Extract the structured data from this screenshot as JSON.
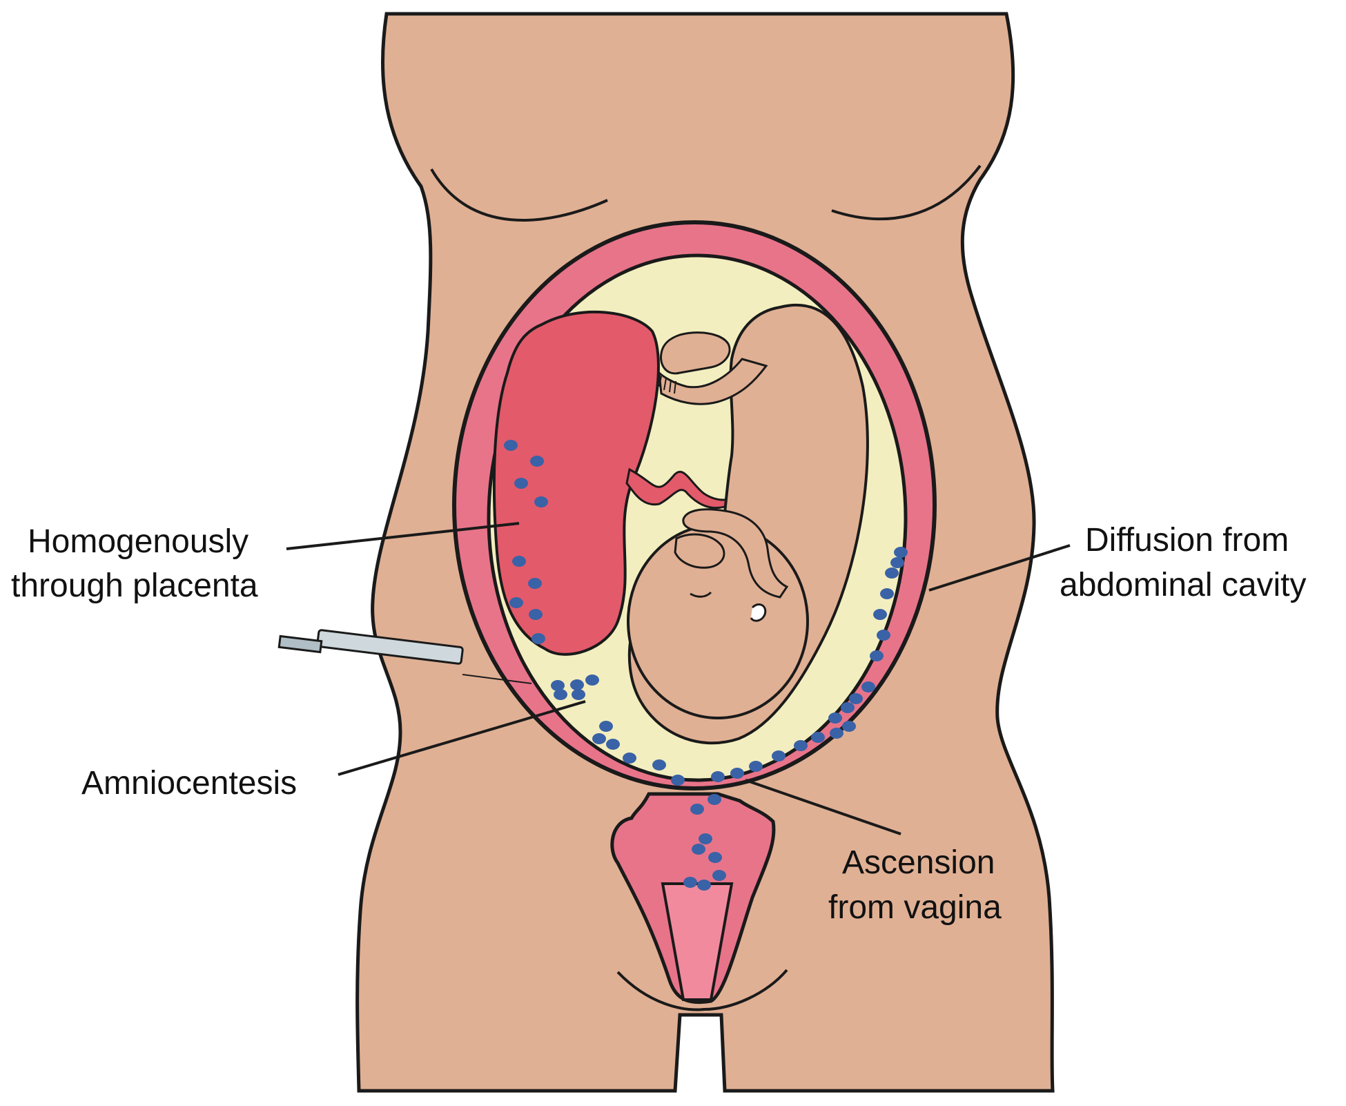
{
  "colors": {
    "skin": "#e0b094",
    "uterus": "#e8748a",
    "placenta": "#e35a6a",
    "fluid": "#f2eebf",
    "vagina": "#f28a9e",
    "bacteria": "#3a62a6",
    "outline": "#1a1a1a"
  },
  "labels": {
    "placenta": {
      "line1": "Homogenously",
      "line2": "through  placenta"
    },
    "amniocentesis": {
      "line1": "Amniocentesis"
    },
    "abdominal": {
      "line1": "Diffusion from",
      "line2": "abdominal cavity"
    },
    "vagina": {
      "line1": "Ascension",
      "line2": "from vagina"
    }
  },
  "icons": {
    "syringe": "syringe-icon",
    "bacteria": "bacteria-dot-icon"
  }
}
